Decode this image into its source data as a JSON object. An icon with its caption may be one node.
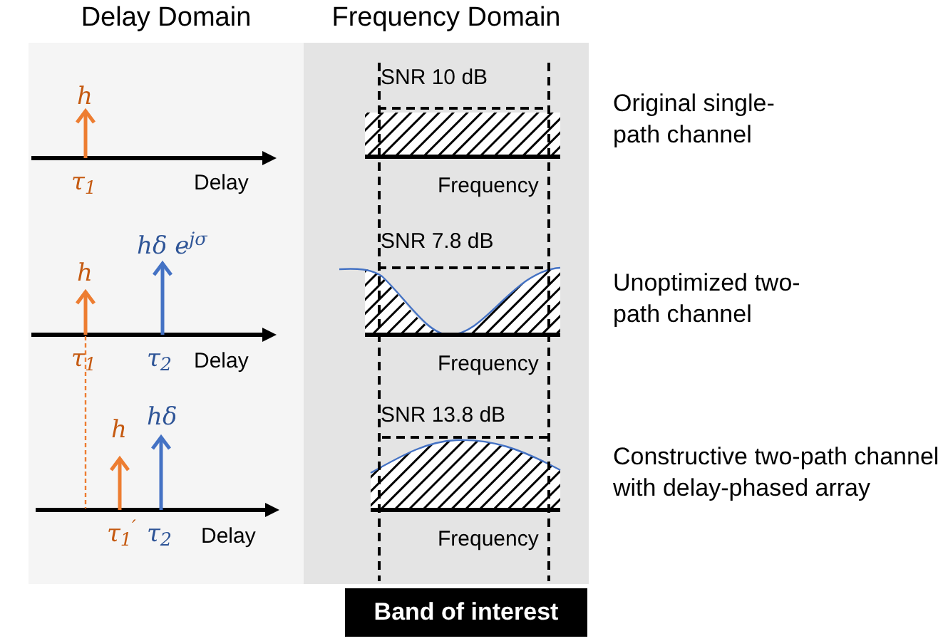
{
  "diagram": {
    "nodes": [
      {
        "text": [
          "Delay Domain"
        ]
      },
      {
        "text": [
          "Frequency Domain"
        ]
      },
      {
        "text": [
          "Band of interest"
        ]
      }
    ],
    "labels": [
      "h",
      "τ$_{1}$",
      "Delay",
      "SNR 10 dB",
      "Frequency",
      "Original single-path channel",
      "h",
      "hδ e$^{jσ}$",
      "τ$_{1}$",
      "τ$_{2}$",
      "Delay",
      "SNR 7.8 dB",
      "Frequency",
      "Unoptimized two-path channel",
      "hδ",
      "h",
      "τ$_{1}$$^{′}$",
      "τ$_{2}$",
      "Delay",
      "SNR 13.8 dB",
      "Frequency",
      "Constructive two-path channel with delay-phased array"
    ]
  }
}
